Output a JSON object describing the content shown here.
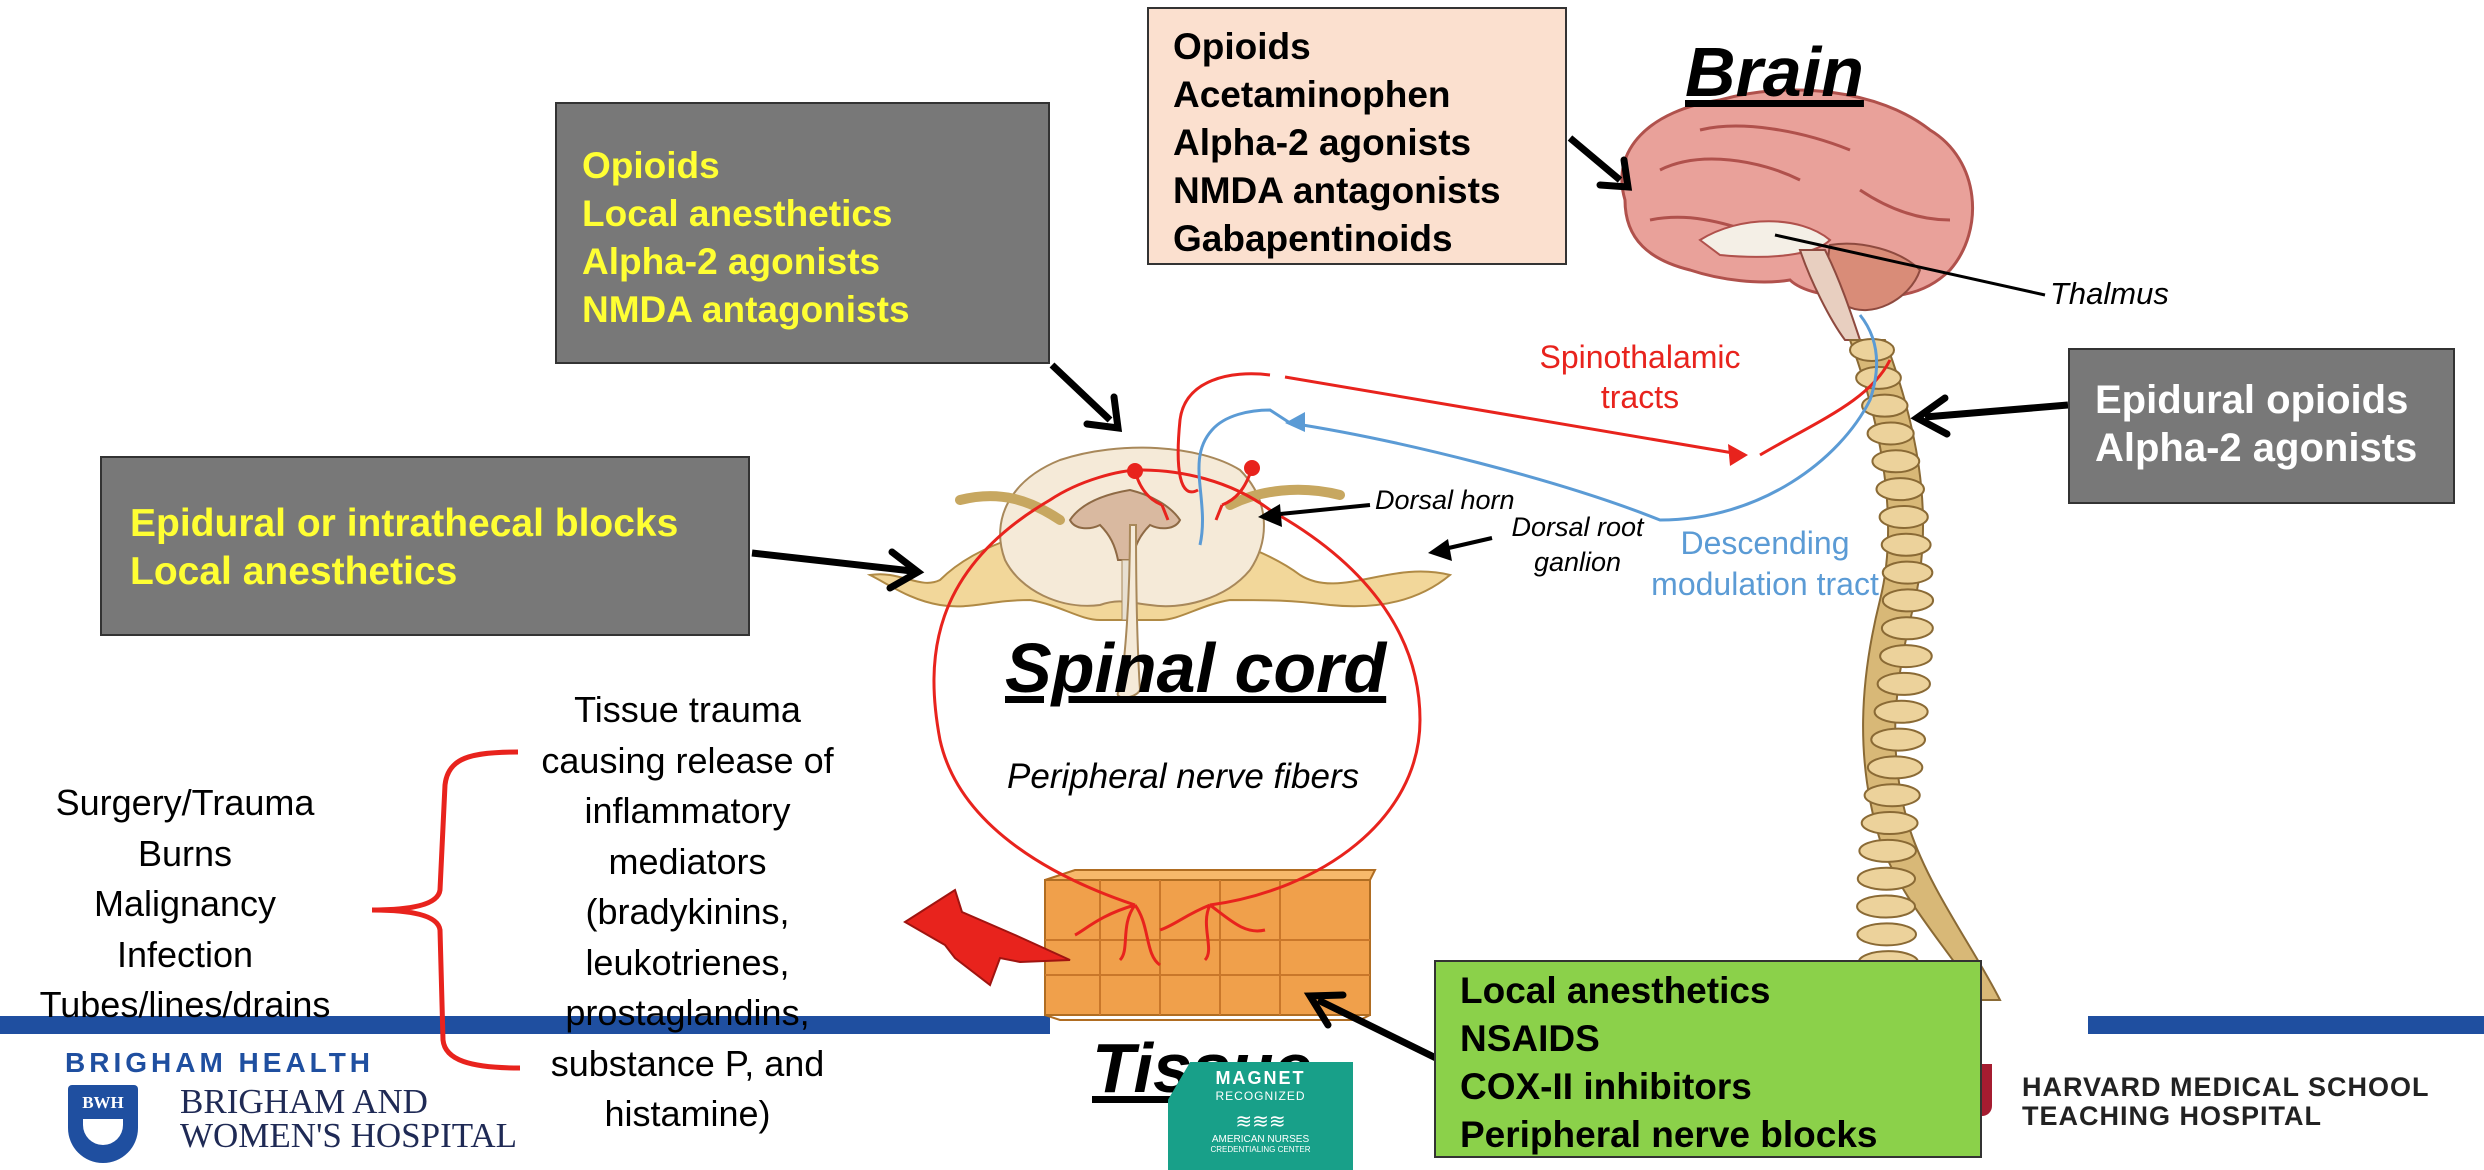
{
  "headings": {
    "brain": "Brain",
    "spinal_cord": "Spinal cord",
    "tissue": "Tissue"
  },
  "boxes": {
    "brain_drugs": [
      "Opioids",
      "Acetaminophen",
      "Alpha-2 agonists",
      "NMDA antagonists",
      "Gabapentinoids"
    ],
    "spinal_drugs": [
      "Opioids",
      "Local anesthetics",
      "Alpha-2 agonists",
      "NMDA antagonists"
    ],
    "epidural_blocks": [
      "Epidural or intrathecal blocks",
      "Local anesthetics"
    ],
    "epidural_opioids": [
      "Epidural opioids",
      "Alpha-2 agonists"
    ],
    "peripheral_drugs": [
      "Local anesthetics",
      "NSAIDS",
      "COX-II inhibitors",
      "Peripheral nerve blocks"
    ]
  },
  "labels": {
    "thalmus": "Thalmus",
    "spinothalamic": [
      "Spinothalamic",
      "tracts"
    ],
    "dorsal_horn": "Dorsal horn",
    "dorsal_root": [
      "Dorsal root",
      "ganlion"
    ],
    "descending": [
      "Descending",
      "modulation tract"
    ],
    "peripheral_fibers": "Peripheral nerve fibers"
  },
  "causes": [
    "Surgery/Trauma",
    "Burns",
    "Malignancy",
    "Infection",
    "Tubes/lines/drains"
  ],
  "mediators": [
    "Tissue trauma",
    "causing release of",
    "inflammatory",
    "mediators",
    "(bradykinins,",
    "leukotrienes,",
    "prostaglandins,",
    "substance P, and",
    "histamine)"
  ],
  "footer": {
    "brigham_health": "BRIGHAM HEALTH",
    "bwh_badge": "BWH",
    "bwh_name": [
      "BRIGHAM AND",
      "WOMEN'S HOSPITAL"
    ],
    "magnet_top": [
      "MAGNET",
      "RECOGNIZED"
    ],
    "magnet_bottom": [
      "AMERICAN NURSES",
      "CREDENTIALING CENTER"
    ],
    "harvard": [
      "HARVARD MEDICAL SCHOOL",
      "TEACHING HOSPITAL"
    ]
  },
  "colors": {
    "tract_red": "#e8231d",
    "tract_blue": "#5b9bd5",
    "footer_blue": "#1f4fa0",
    "gray_box": "#787878",
    "peach_box": "#fbe0cf",
    "green_box": "#8bd14a",
    "yellow_text": "#ffff33"
  }
}
